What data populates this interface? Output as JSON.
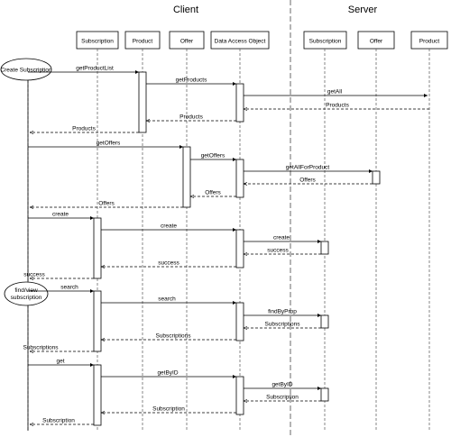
{
  "sections": {
    "client": "Client",
    "server": "Server"
  },
  "objects": [
    {
      "id": "c_sub",
      "label": "Subscription"
    },
    {
      "id": "c_prod",
      "label": "Product"
    },
    {
      "id": "c_off",
      "label": "Offer"
    },
    {
      "id": "dao",
      "label": "Data Access Object"
    },
    {
      "id": "s_sub",
      "label": "Subscription"
    },
    {
      "id": "s_off",
      "label": "Offer"
    },
    {
      "id": "s_prod",
      "label": "Product"
    }
  ],
  "actors": [
    {
      "lines": [
        "Create Subscription"
      ]
    },
    {
      "lines": [
        "find/view",
        "subscription"
      ]
    }
  ],
  "messages": [
    {
      "label": "getProductList",
      "from": "actor",
      "to": "c_prod",
      "kind": "call"
    },
    {
      "label": "getProducts",
      "from": "c_prod",
      "to": "dao",
      "kind": "call"
    },
    {
      "label": "getAll",
      "from": "dao",
      "to": "s_prod",
      "kind": "call"
    },
    {
      "label": "Products",
      "from": "s_prod",
      "to": "dao",
      "kind": "return"
    },
    {
      "label": "Products",
      "from": "dao",
      "to": "c_prod",
      "kind": "return"
    },
    {
      "label": "Products",
      "from": "c_prod",
      "to": "actor",
      "kind": "return"
    },
    {
      "label": "getOffers",
      "from": "actor",
      "to": "c_off",
      "kind": "call"
    },
    {
      "label": "getOffers",
      "from": "c_off",
      "to": "dao",
      "kind": "call"
    },
    {
      "label": "getAllForProduct",
      "from": "dao",
      "to": "s_off",
      "kind": "call"
    },
    {
      "label": "Offers",
      "from": "s_off",
      "to": "dao",
      "kind": "return"
    },
    {
      "label": "Offers",
      "from": "dao",
      "to": "c_off",
      "kind": "return"
    },
    {
      "label": "Offers",
      "from": "c_off",
      "to": "actor",
      "kind": "return"
    },
    {
      "label": "create",
      "from": "actor",
      "to": "c_sub",
      "kind": "call"
    },
    {
      "label": "create",
      "from": "c_sub",
      "to": "dao",
      "kind": "call"
    },
    {
      "label": "create",
      "from": "dao",
      "to": "s_sub",
      "kind": "call"
    },
    {
      "label": "success",
      "from": "s_sub",
      "to": "dao",
      "kind": "return"
    },
    {
      "label": "success",
      "from": "dao",
      "to": "c_sub",
      "kind": "return"
    },
    {
      "label": "success",
      "from": "c_sub",
      "to": "actor",
      "kind": "return"
    },
    {
      "label": "search",
      "from": "actor",
      "to": "c_sub",
      "kind": "call"
    },
    {
      "label": "search",
      "from": "c_sub",
      "to": "dao",
      "kind": "call"
    },
    {
      "label": "findByProp",
      "from": "dao",
      "to": "s_sub",
      "kind": "call"
    },
    {
      "label": "Subscriptions",
      "from": "s_sub",
      "to": "dao",
      "kind": "return"
    },
    {
      "label": "Subscriptions",
      "from": "dao",
      "to": "c_sub",
      "kind": "return"
    },
    {
      "label": "Subscriptions",
      "from": "c_sub",
      "to": "actor",
      "kind": "return"
    },
    {
      "label": "get",
      "from": "actor",
      "to": "c_sub",
      "kind": "call"
    },
    {
      "label": "getByID",
      "from": "c_sub",
      "to": "dao",
      "kind": "call"
    },
    {
      "label": "getByID",
      "from": "dao",
      "to": "s_sub",
      "kind": "call"
    },
    {
      "label": "Subscription",
      "from": "s_sub",
      "to": "dao",
      "kind": "return"
    },
    {
      "label": "Subscription",
      "from": "dao",
      "to": "c_sub",
      "kind": "return"
    },
    {
      "label": "Subscription",
      "from": "c_sub",
      "to": "actor",
      "kind": "return"
    }
  ]
}
